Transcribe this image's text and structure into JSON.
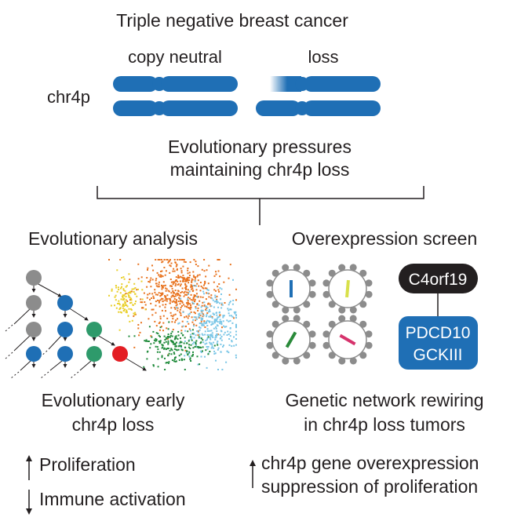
{
  "title": "Triple negative breast cancer",
  "chromosomes": {
    "label": "chr4p",
    "copy_neutral_label": "copy neutral",
    "loss_label": "loss"
  },
  "pressures": {
    "line1": "Evolutionary pressures",
    "line2": "maintaining chr4p loss"
  },
  "left_panel": {
    "heading": "Evolutionary analysis",
    "conclusion_line1": "Evolutionary early",
    "conclusion_line2": "chr4p loss",
    "effects": [
      {
        "label": "Proliferation",
        "direction": "up"
      },
      {
        "label": "Immune activation",
        "direction": "down"
      }
    ]
  },
  "right_panel": {
    "heading": "Overexpression screen",
    "gene_box_top": "C4orf19",
    "gene_box_bottom_line1": "PDCD10",
    "gene_box_bottom_line2": "GCKIII",
    "conclusion_line1": "Genetic network rewiring",
    "conclusion_line2": "in chr4p loss tumors",
    "effect_line1": "chr4p gene overexpression",
    "effect_line2": "suppression of proliferation",
    "effect_direction": "up"
  },
  "colors": {
    "chromosome_blue": "#1f6fb5",
    "grey_node": "#8c8c8c",
    "blue_node": "#1f6fb5",
    "green_node": "#2e9a6b",
    "red_node": "#e31e24",
    "cluster_orange": "#e8731f",
    "cluster_yellow": "#e9cf2a",
    "cluster_lightblue": "#7ac6e6",
    "cluster_green": "#1f8a3a",
    "cell_bar_blue": "#1f6fb5",
    "cell_bar_yellow": "#d8e04a",
    "cell_bar_green": "#2a8a3a",
    "cell_bar_pink": "#d6336c",
    "gene_box_dark": "#231f20",
    "gene_box_blue": "#1f6fb5"
  }
}
